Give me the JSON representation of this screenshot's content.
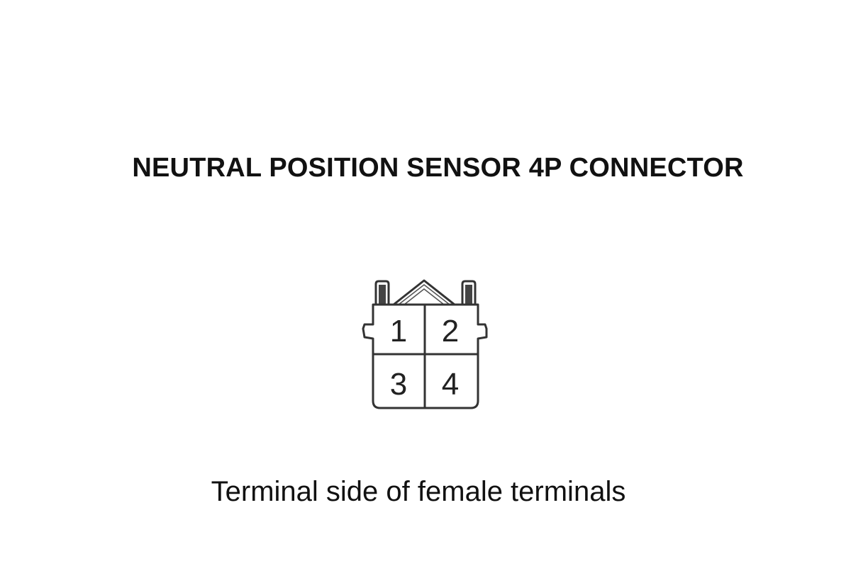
{
  "title": "NEUTRAL POSITION SENSOR 4P CONNECTOR",
  "connector": {
    "pins": [
      "1",
      "2",
      "3",
      "4"
    ]
  },
  "caption": "Terminal side of female terminals",
  "colors": {
    "line": "#333333",
    "text": "#111111",
    "background": "#ffffff"
  }
}
